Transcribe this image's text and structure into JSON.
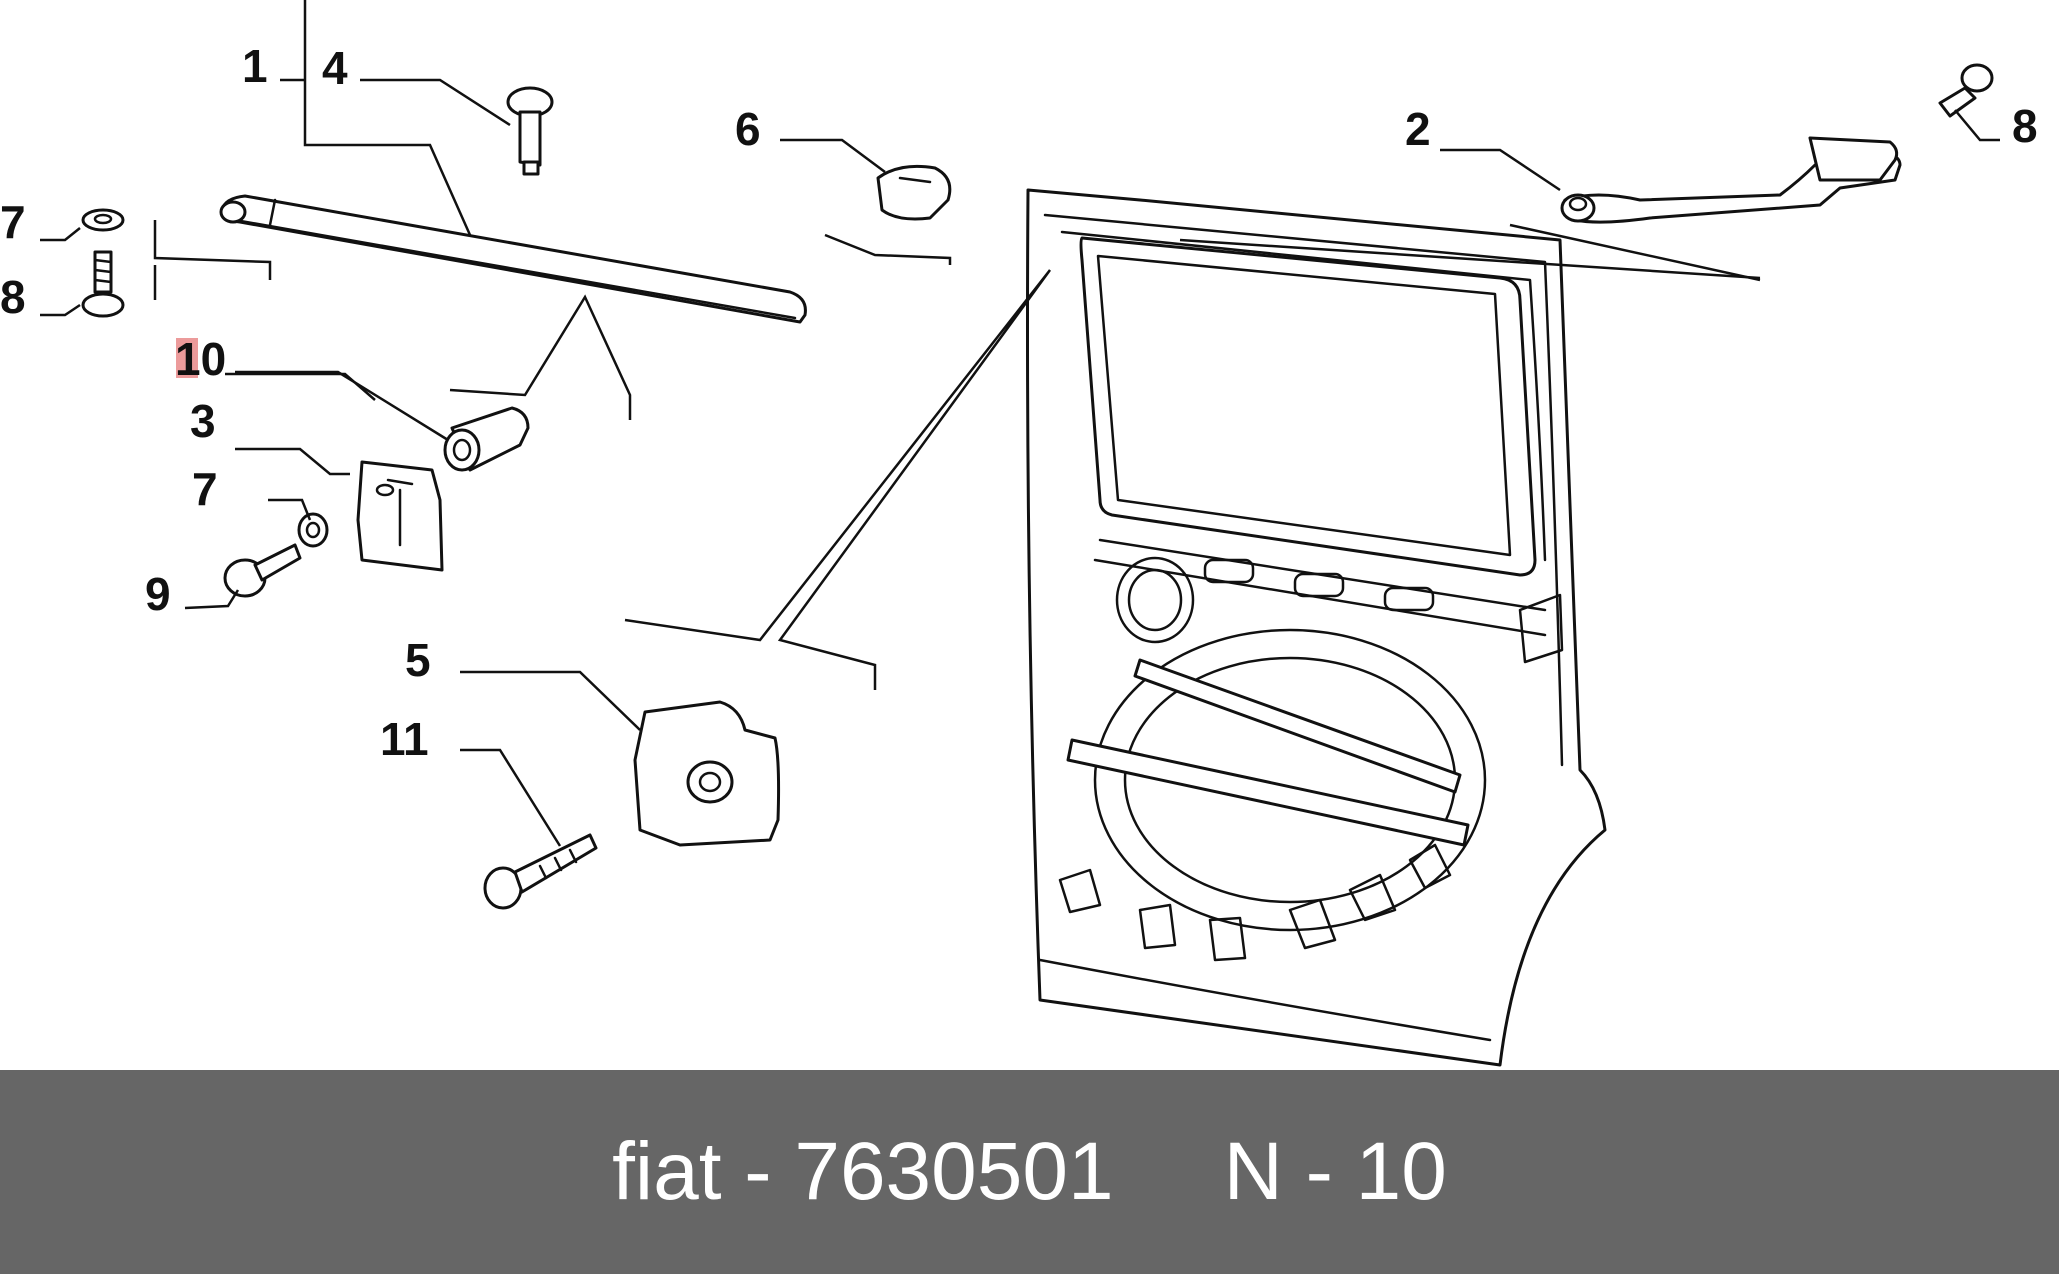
{
  "diagram": {
    "labels": {
      "p1": "1",
      "p2": "2",
      "p3": "3",
      "p4": "4",
      "p5": "5",
      "p6": "6",
      "p7a": "7",
      "p7b": "7",
      "p8a": "8",
      "p8b": "8",
      "p9": "9",
      "p10": "10",
      "p11": "11"
    },
    "highlighted_part": "10",
    "highlight_color": "#e98a8a"
  },
  "footer": {
    "brand_part": "fiat - 7630501",
    "position": "N - 10",
    "background_color": "#666666",
    "text_color": "#ffffff"
  }
}
